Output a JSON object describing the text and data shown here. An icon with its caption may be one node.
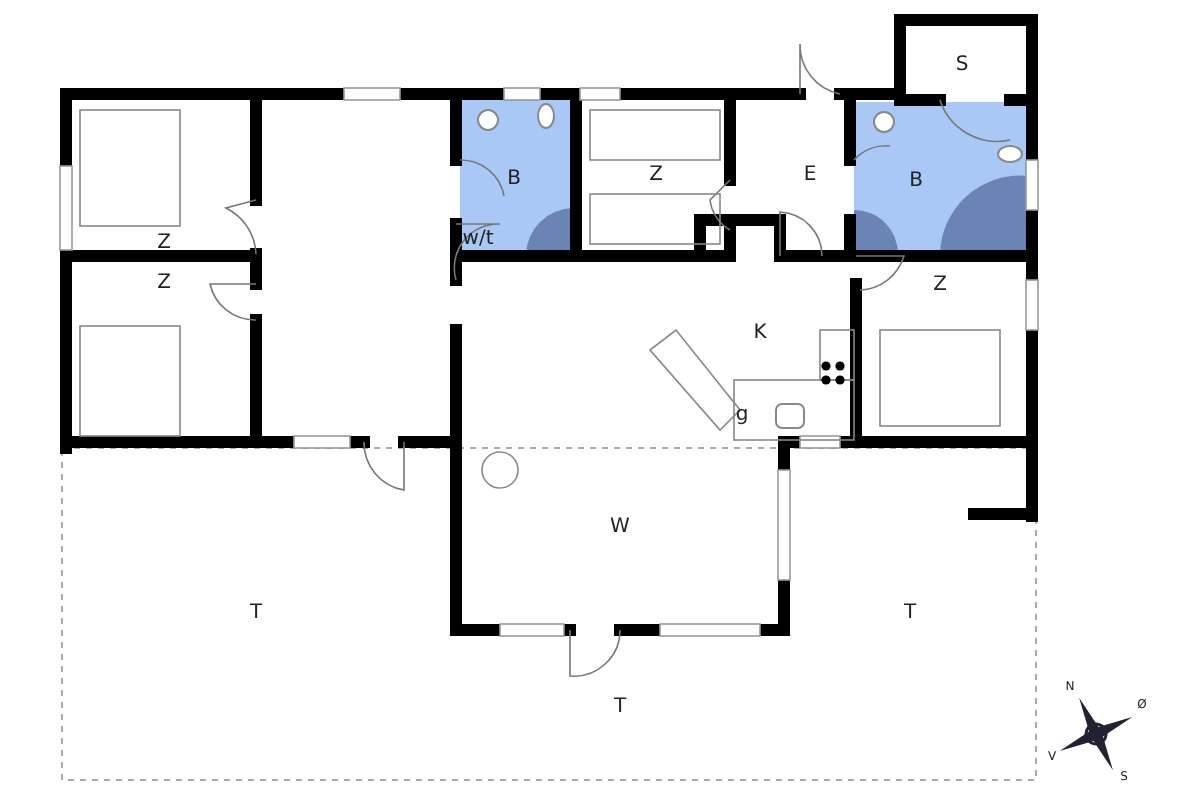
{
  "diagram": {
    "labels": [
      "S",
      "Z",
      "B",
      "w/t",
      "Z",
      "E",
      "B",
      "Z",
      "Z",
      "K",
      "g",
      "W",
      "T",
      "T",
      "T",
      "N",
      "Ø",
      "V",
      "S"
    ]
  }
}
